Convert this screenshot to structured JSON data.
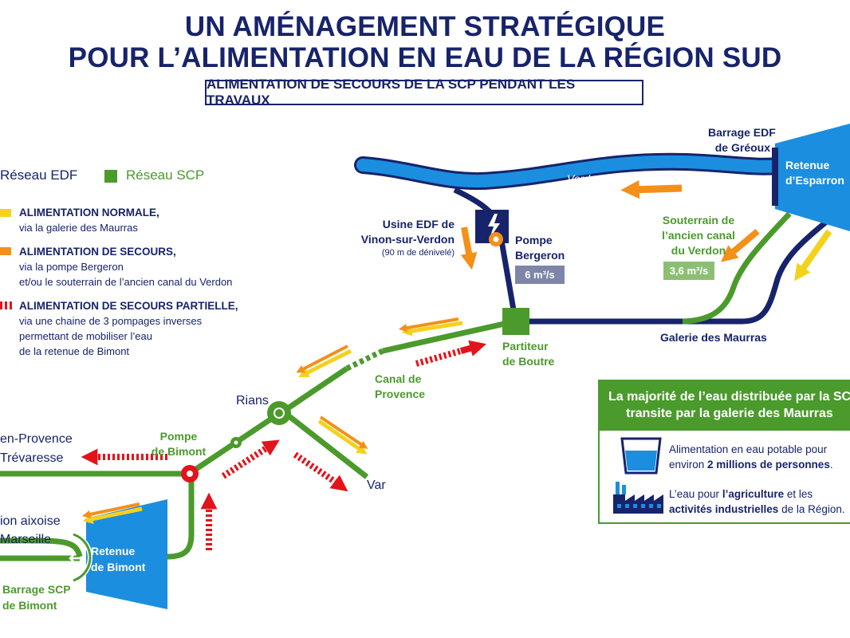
{
  "title": {
    "line1": "UN AMÉNAGEMENT STRATÉGIQUE",
    "line2": "POUR L’ALIMENTATION EN EAU DE LA RÉGION SUD"
  },
  "subtitle": "ALIMENTATION DE SECOURS DE LA SCP PENDANT LES TRAVAUX",
  "legend": {
    "network_edf": "Réseau EDF",
    "network_scp": "Réseau SCP",
    "items": [
      {
        "head": "ALIMENTATION NORMALE,",
        "lines": [
          "via la galerie des Maurras"
        ],
        "color": "#f4d21c"
      },
      {
        "head": "ALIMENTATION DE SECOURS,",
        "lines": [
          "via la pompe Bergeron",
          "et/ou le souterrain de l’ancien canal du Verdon"
        ],
        "color": "#f39019"
      },
      {
        "head": "ALIMENTATION DE SECOURS PARTIELLE,",
        "lines": [
          "via une chaine de 3 pompages inverses",
          "permettant de mobiliser l’eau",
          "de la retenue de Bimont"
        ],
        "color": "#e3131b"
      }
    ]
  },
  "map": {
    "barrage_greoux": [
      "Barrage EDF",
      "de Gréoux"
    ],
    "retenue_esparron": [
      "Retenue",
      "d’Esparron"
    ],
    "verdon": "Verdon",
    "usine_edf": [
      "Usine EDF de",
      "Vinon-sur-Verdon"
    ],
    "usine_edf_note": "(90 m de dénivelé)",
    "pompe_bergeron": [
      "Pompe",
      "Bergeron"
    ],
    "bergeron_flow": "6 m³/s",
    "souterrain": [
      "Souterrain de",
      "l’ancien canal",
      "du Verdon"
    ],
    "souterrain_flow": "3,6 m³/s",
    "galerie_maurras": "Galerie des Maurras",
    "partiteur": [
      "Partiteur",
      "de Boutre"
    ],
    "canal_provence": [
      "Canal de",
      "Provence"
    ],
    "rians": "Rians",
    "var": "Var",
    "aix_trevaresse": [
      "en-Provence",
      "Trévaresse"
    ],
    "pompe_bimont": [
      "Pompe",
      "de Bimont"
    ],
    "region_marseille": [
      "ion aixoise",
      "Marseille"
    ],
    "retenue_bimont": [
      "Retenue",
      "de Bimont"
    ],
    "barrage_bimont": [
      "Barrage SCP",
      "de Bimont"
    ]
  },
  "info": {
    "head": [
      "La majorité de l’eau distribuée par la SC",
      "transite par la galerie des Maurras"
    ],
    "water": {
      "pre": "Alimentation en eau potable pour",
      "line2_pre": "environ ",
      "bold": "2 millions de personnes",
      "post": "."
    },
    "industry": {
      "line1_pre": "L’eau pour ",
      "bold1": "l’agriculture",
      "line1_post": " et les",
      "bold2": "activités industrielles",
      "line2_post": " de la Région."
    }
  },
  "colors": {
    "navy": "#17236b",
    "green": "#4b9a2c",
    "blue": "#1b8ee0",
    "yellow": "#f4d21c",
    "orange": "#f39019",
    "red": "#e3131b"
  }
}
